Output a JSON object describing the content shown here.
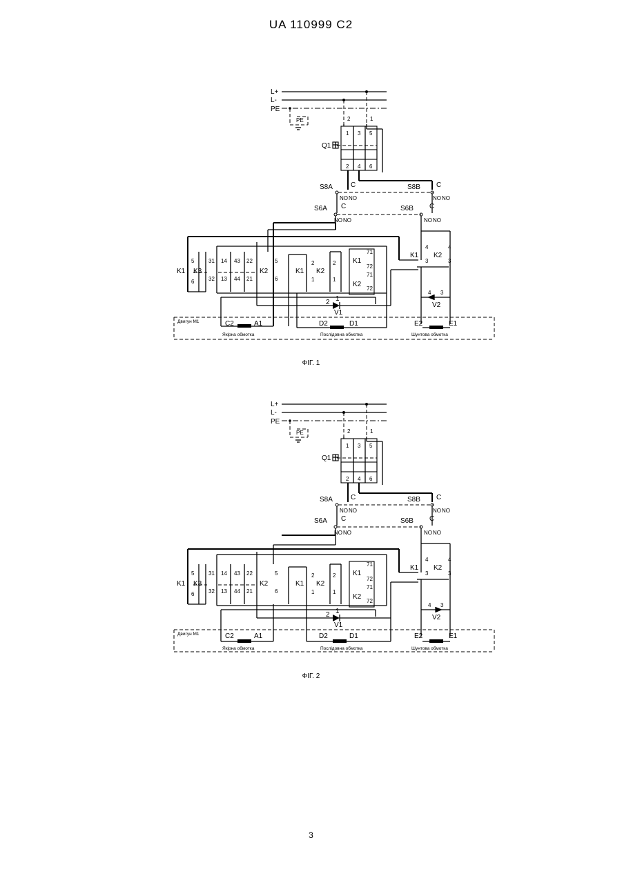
{
  "header": {
    "title": "UA   110999   C2"
  },
  "figures": [
    {
      "caption": "ФІГ. 1",
      "labels": {
        "l_plus": "L+",
        "l_minus": "L-",
        "pe": "PE",
        "pe_box": "PE",
        "q1": "Q1",
        "wire_2": "2",
        "wire_1": "1",
        "q1_t1": "1",
        "q1_t3": "3",
        "q1_t5": "5",
        "q1_b2": "2",
        "q1_b4": "4",
        "q1_b6": "6",
        "s8a": "S8A",
        "s8b": "S8B",
        "s6a": "S6A",
        "s6b": "S6B",
        "c": "C",
        "no": "NO",
        "k1": "K1",
        "k2": "K2",
        "k3": "K3",
        "n5": "5",
        "n6": "6",
        "n31": "31",
        "n32": "32",
        "n14": "14",
        "n13": "13",
        "n43": "43",
        "n44": "44",
        "n22": "22",
        "n21": "21",
        "n2": "2",
        "n1": "1",
        "n71": "71",
        "n72": "72",
        "n4": "4",
        "n3": "3",
        "v1": "V1",
        "v2": "V2",
        "motor": "Двигун М1",
        "c2": "C2",
        "a1": "A1",
        "d2": "D2",
        "d1": "D1",
        "e2": "E2",
        "e1": "E1",
        "armature": "Якірна обмотка",
        "series": "Послідовна обмотка",
        "shunt": "Шунтова обмотка"
      }
    },
    {
      "caption": "ФІГ. 2",
      "labels": {
        "l_plus": "L+",
        "l_minus": "L-",
        "pe": "PE",
        "pe_box": "PE",
        "q1": "Q1",
        "wire_2": "2",
        "wire_1": "1",
        "q1_t1": "1",
        "q1_t3": "3",
        "q1_t5": "5",
        "q1_b2": "2",
        "q1_b4": "4",
        "q1_b6": "6",
        "s8a": "S8A",
        "s8b": "S8B",
        "s6a": "S6A",
        "s6b": "S6B",
        "c": "C",
        "no": "NO",
        "k1": "K1",
        "k2": "K2",
        "k3": "K3",
        "n5": "5",
        "n6": "6",
        "n31": "31",
        "n32": "32",
        "n14": "14",
        "n13": "13",
        "n43": "43",
        "n44": "44",
        "n22": "22",
        "n21": "21",
        "n2": "2",
        "n1": "1",
        "n71": "71",
        "n72": "72",
        "n4": "4",
        "n3": "3",
        "v1": "V1",
        "v2": "V2",
        "motor": "Двигун М1",
        "c2": "C2",
        "a1": "A1",
        "d2": "D2",
        "d1": "D1",
        "e2": "E2",
        "e1": "E1",
        "armature": "Якірна обмотка",
        "series": "Послідовна обмотка",
        "shunt": "Шунтова обмотка"
      }
    }
  ],
  "page_number": "3"
}
